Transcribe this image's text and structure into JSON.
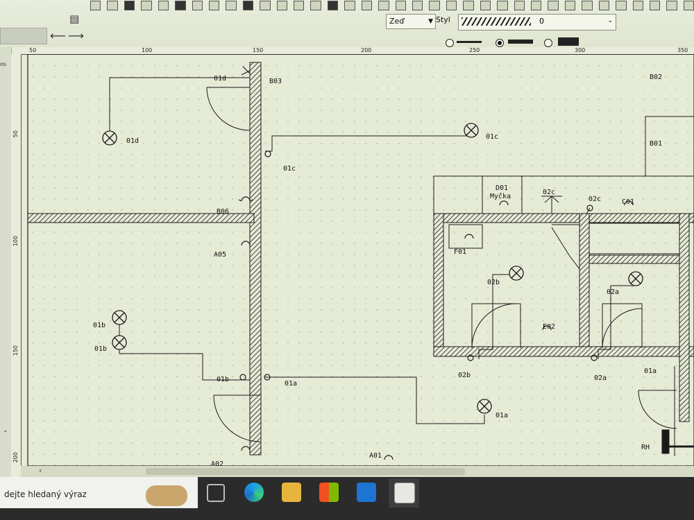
{
  "toolbar": {
    "wall_type": "Zeď",
    "style_label": "Styl",
    "hatch_value": "0"
  },
  "left_panel": {
    "text": "os"
  },
  "rulers": {
    "horizontal": [
      "50",
      "100",
      "150",
      "200",
      "250",
      "300",
      "350"
    ],
    "vertical": [
      "50",
      "100",
      "150",
      "200"
    ]
  },
  "plan_labels": {
    "d01": "01d",
    "d01b": "01d",
    "b03": "B03",
    "b02": "B02",
    "c01c": "01c",
    "c01c2": "01c",
    "b01": "B01",
    "b06": "B06",
    "a05": "A05",
    "d01cab": "D01",
    "myc": "Myčka",
    "c02c": "02c",
    "c02c2": "02c",
    "c01": "C01",
    "f01": "F01",
    "b02b": "02b",
    "a02a": "02a",
    "e02": "E02",
    "b01b1": "01b",
    "b01b2": "01b",
    "b01b3": "01b",
    "a01a": "01a",
    "b02b2": "02b",
    "a02a2": "02a",
    "a01a2": "01a",
    "a01a3": "01a",
    "a01": "A01",
    "a02": "A02",
    "rh": "RH"
  },
  "taskbar": {
    "search_placeholder": "dejte hledaný výraz"
  },
  "colors": {
    "paper": "#e6ebd6",
    "ink": "#1a1a1a",
    "toolbar": "#e3e8d4"
  }
}
